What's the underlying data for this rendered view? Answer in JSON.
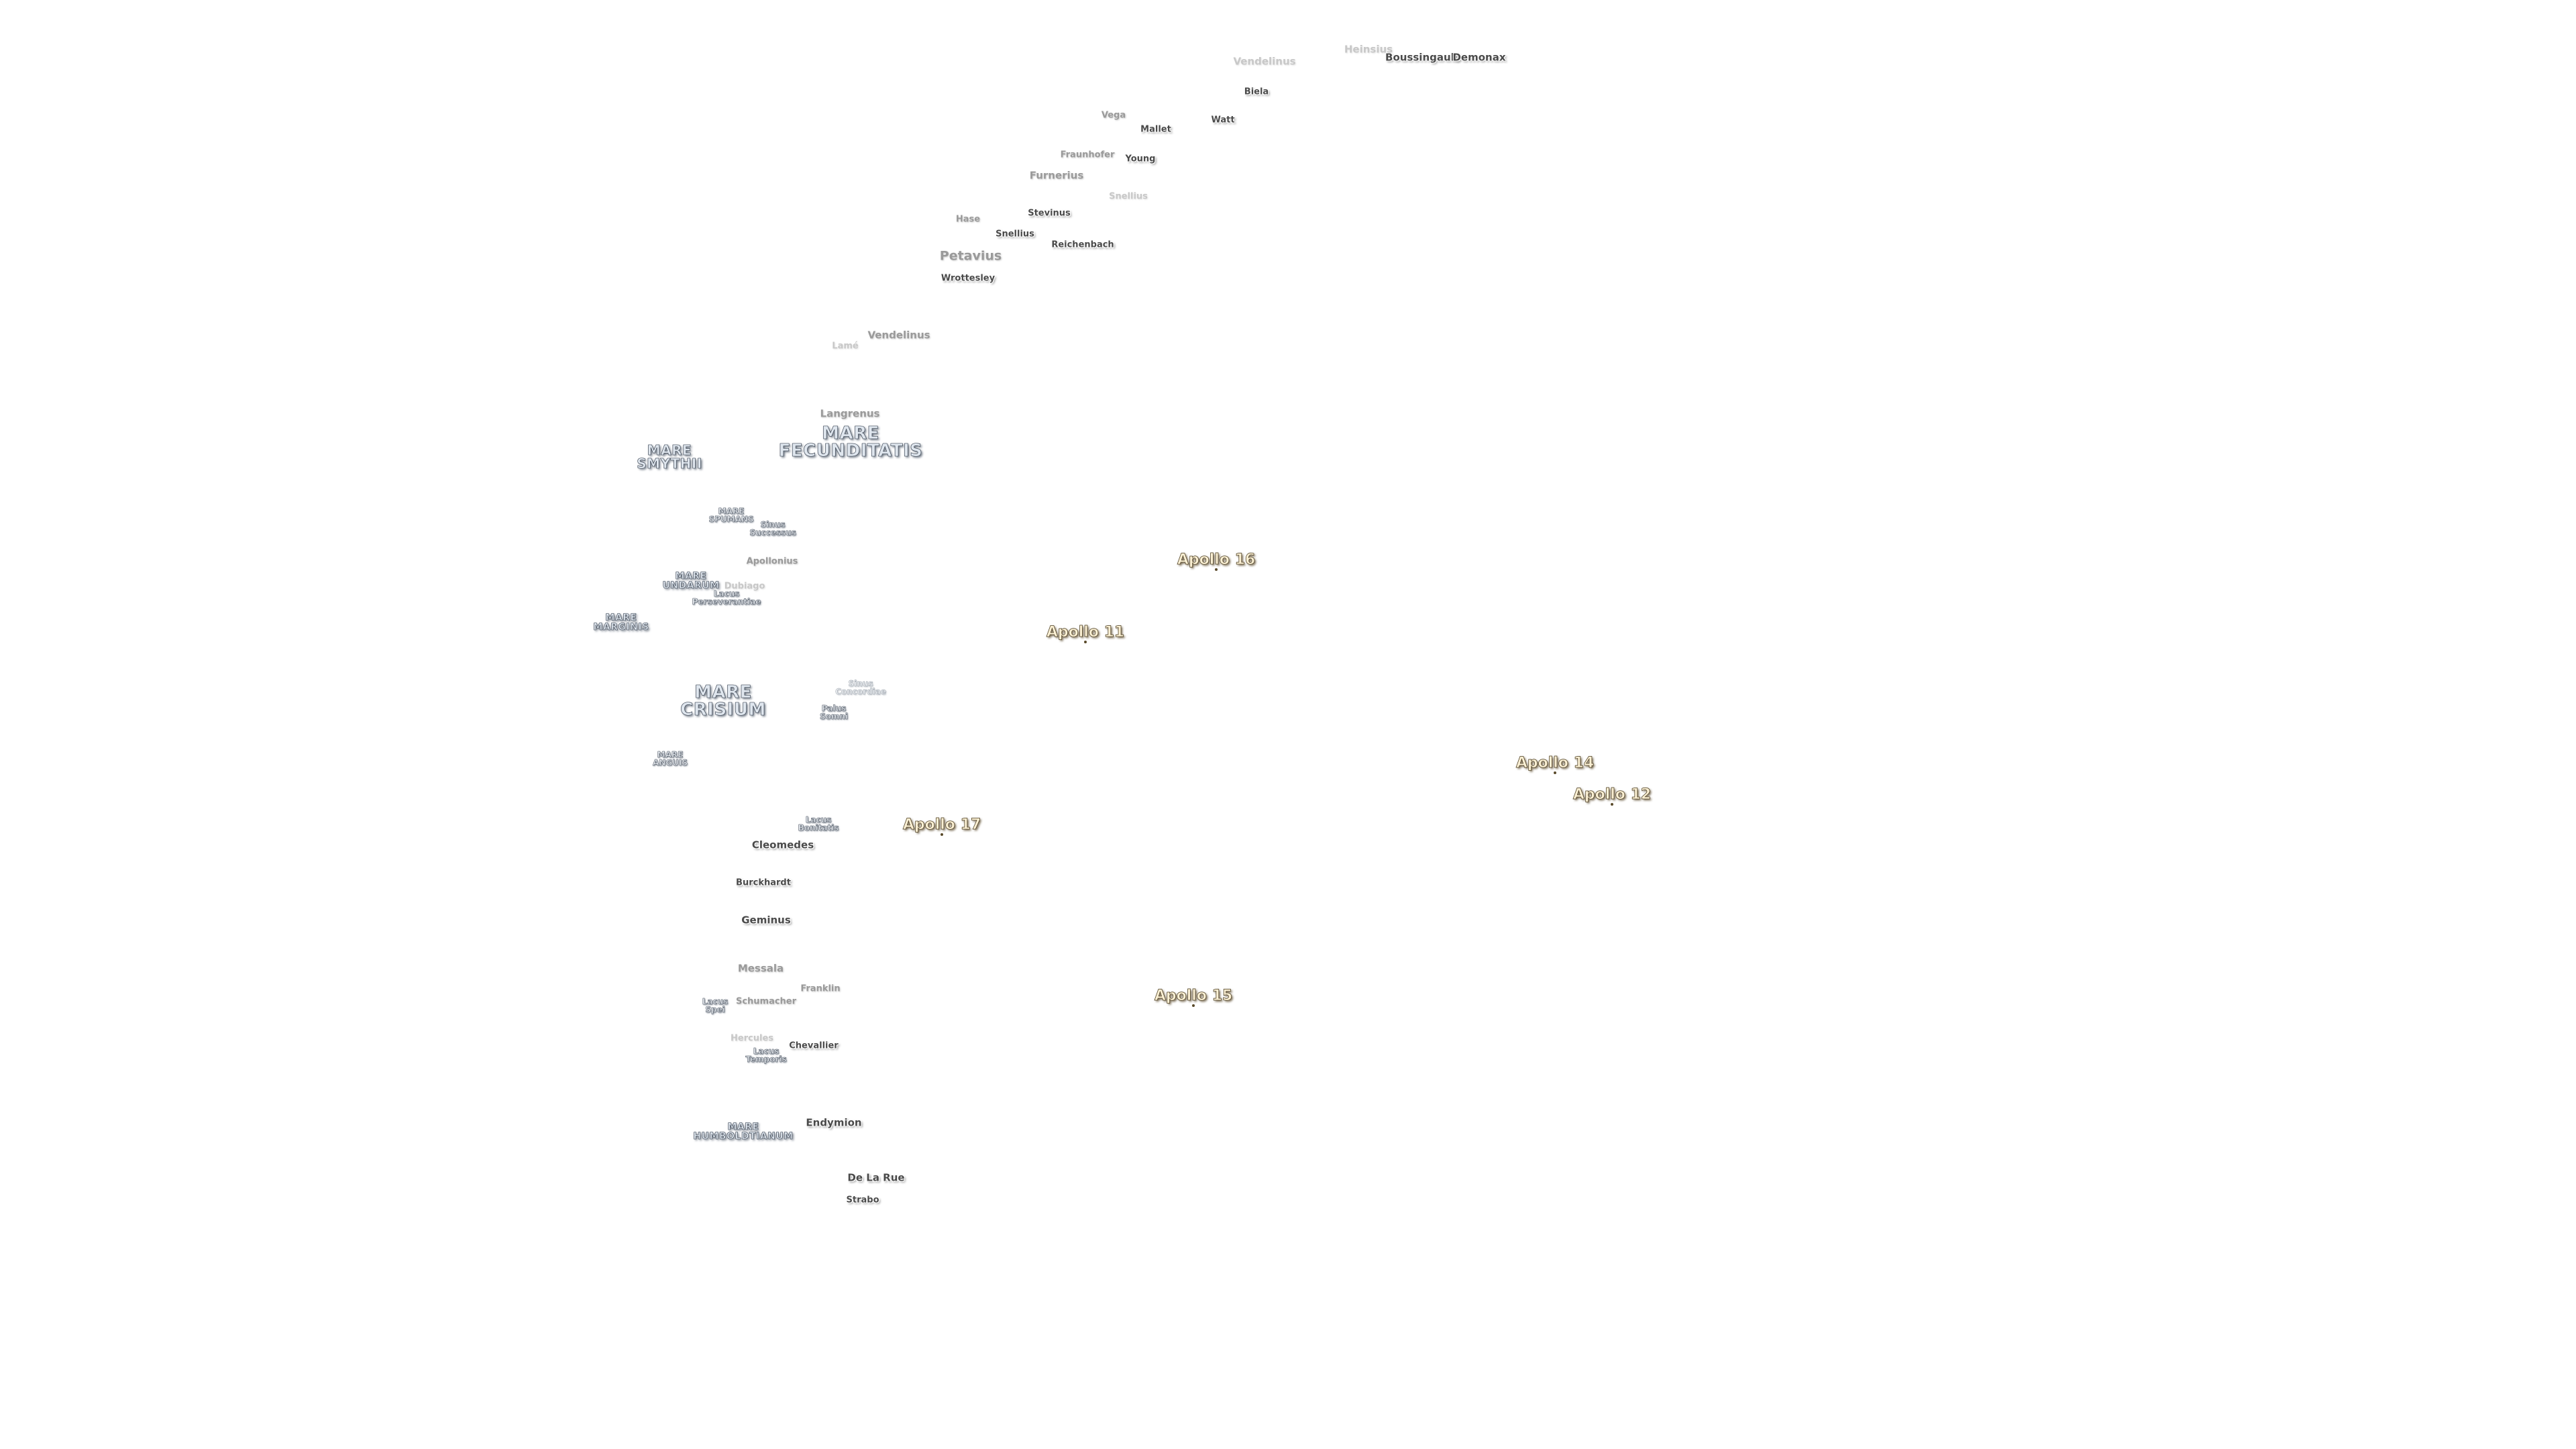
{
  "map": {
    "labels": [
      {
        "id": "heinsius",
        "text": "Heinsius",
        "kind": "crater-vfaint"
      },
      {
        "id": "vendelinus-top",
        "text": "Vendelinus",
        "kind": "crater-vfaint"
      },
      {
        "id": "boussingault",
        "text": "Boussingault",
        "kind": "crater"
      },
      {
        "id": "demonax",
        "text": "Demonax",
        "kind": "crater"
      },
      {
        "id": "biela",
        "text": "Biela",
        "kind": "crater-sm"
      },
      {
        "id": "vega",
        "text": "Vega",
        "kind": "crater-faint-sm"
      },
      {
        "id": "watt",
        "text": "Watt",
        "kind": "crater-sm"
      },
      {
        "id": "mallet",
        "text": "Mallet",
        "kind": "crater-sm"
      },
      {
        "id": "fraunhofer",
        "text": "Fraunhofer",
        "kind": "crater-faint-sm"
      },
      {
        "id": "young",
        "text": "Young",
        "kind": "crater-sm"
      },
      {
        "id": "furnerius",
        "text": "Furnerius",
        "kind": "crater-faint"
      },
      {
        "id": "snellius-faint",
        "text": "Snellius",
        "kind": "crater-vfaint-sm"
      },
      {
        "id": "stevinus",
        "text": "Stevinus",
        "kind": "crater-sm"
      },
      {
        "id": "hase",
        "text": "Hase",
        "kind": "crater-faint-sm"
      },
      {
        "id": "snellius",
        "text": "Snellius",
        "kind": "crater-sm"
      },
      {
        "id": "reichenbach",
        "text": "Reichenbach",
        "kind": "crater-sm"
      },
      {
        "id": "petavius",
        "text": "Petavius",
        "kind": "crater-faint-lg"
      },
      {
        "id": "wrottesley",
        "text": "Wrottesley",
        "kind": "crater-sm"
      },
      {
        "id": "vendelinus",
        "text": "Vendelinus",
        "kind": "crater-faint"
      },
      {
        "id": "lame",
        "text": "Lamé",
        "kind": "crater-vfaint-sm"
      },
      {
        "id": "langrenus",
        "text": "Langrenus",
        "kind": "crater-faint"
      },
      {
        "id": "mare-fecunditatis",
        "text": "MARE\nFECUNDITATIS",
        "kind": "mare-lg"
      },
      {
        "id": "mare-smythii",
        "text": "MARE\nSMYTHII",
        "kind": "mare"
      },
      {
        "id": "mare-spumans",
        "text": "MARE\nSPUMANS",
        "kind": "feat"
      },
      {
        "id": "sinus-successus",
        "text": "Sinus\nSuccessus",
        "kind": "feat"
      },
      {
        "id": "apollonius",
        "text": "Apollonius",
        "kind": "crater-faint-sm"
      },
      {
        "id": "mare-undarum",
        "text": "MARE\nUNDARUM",
        "kind": "mare-sm"
      },
      {
        "id": "dubiago",
        "text": "Dubiago",
        "kind": "crater-vfaint-sm"
      },
      {
        "id": "lacus-perseverantiae",
        "text": "Lacus\nPerseverantiae",
        "kind": "feat"
      },
      {
        "id": "mare-marginis",
        "text": "MARE\nMARGINIS",
        "kind": "mare-sm"
      },
      {
        "id": "mare-crisium",
        "text": "MARE\nCRISIUM",
        "kind": "mare-lg"
      },
      {
        "id": "sinus-concordiae",
        "text": "Sinus\nConcordiae",
        "kind": "feat-faint"
      },
      {
        "id": "palus-somni",
        "text": "Palus\nSomni",
        "kind": "feat"
      },
      {
        "id": "mare-anguis",
        "text": "MARE\nANGUIS",
        "kind": "feat"
      },
      {
        "id": "lacus-bonitatis",
        "text": "Lacus\nBonitatis",
        "kind": "feat"
      },
      {
        "id": "cleomedes",
        "text": "Cleomedes",
        "kind": "crater"
      },
      {
        "id": "burckhardt",
        "text": "Burckhardt",
        "kind": "crater-sm"
      },
      {
        "id": "geminus",
        "text": "Geminus",
        "kind": "crater"
      },
      {
        "id": "messala",
        "text": "Messala",
        "kind": "crater-faint"
      },
      {
        "id": "franklin",
        "text": "Franklin",
        "kind": "crater-faint-sm"
      },
      {
        "id": "lacus-spei",
        "text": "Lacus\nSpei",
        "kind": "feat"
      },
      {
        "id": "schumacher",
        "text": "Schumacher",
        "kind": "crater-faint-sm"
      },
      {
        "id": "hercules",
        "text": "Hercules",
        "kind": "crater-vfaint-sm"
      },
      {
        "id": "lacus-temporis",
        "text": "Lacus\nTemporis",
        "kind": "feat"
      },
      {
        "id": "chevallier",
        "text": "Chevallier",
        "kind": "crater-sm"
      },
      {
        "id": "mare-humboldtianum",
        "text": "MARE\nHUMBOLDTIANUM",
        "kind": "mare-sm"
      },
      {
        "id": "endymion",
        "text": "Endymion",
        "kind": "crater"
      },
      {
        "id": "de-la-rue",
        "text": "De La Rue",
        "kind": "crater"
      },
      {
        "id": "strabo",
        "text": "Strabo",
        "kind": "crater-sm"
      }
    ],
    "apollo_sites": [
      {
        "id": "apollo-16",
        "text": "Apollo 16"
      },
      {
        "id": "apollo-11",
        "text": "Apollo 11"
      },
      {
        "id": "apollo-14",
        "text": "Apollo 14"
      },
      {
        "id": "apollo-12",
        "text": "Apollo 12"
      },
      {
        "id": "apollo-17",
        "text": "Apollo 17"
      },
      {
        "id": "apollo-15",
        "text": "Apollo 15"
      }
    ]
  }
}
